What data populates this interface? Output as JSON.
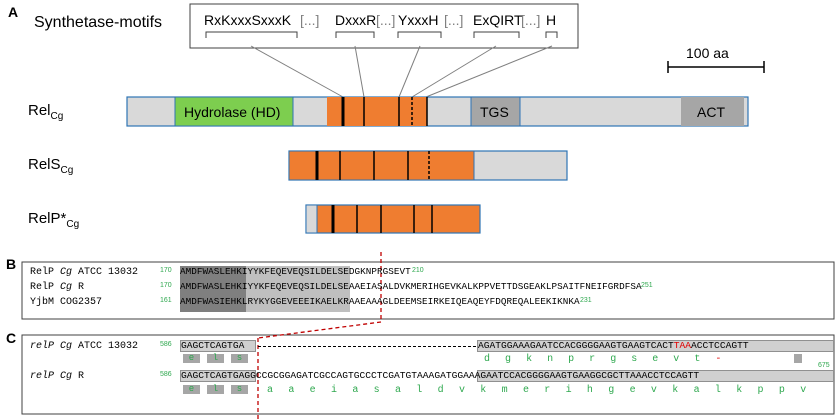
{
  "panels": {
    "a": "A",
    "b": "B",
    "c": "C"
  },
  "panel_a": {
    "motif_title": "Synthetase-motifs",
    "motifs": [
      "RxKxxxSxxxK",
      "[...]",
      "DxxxR",
      "[...]",
      "YxxxH",
      "[...]",
      "ExQIRT",
      "[...]",
      "H"
    ],
    "scale_bar": "100 aa",
    "proteins": [
      {
        "name": "Rel",
        "sub": "Cg",
        "domains": [
          "Hydrolase (HD)",
          "TGS",
          "ACT"
        ]
      },
      {
        "name": "RelS",
        "sub": "Cg"
      },
      {
        "name": "RelP*",
        "sub": "Cg"
      }
    ],
    "colors": {
      "hd": "#7dce4f",
      "synthetase": "#ef7d30",
      "tgs_act": "#a6a6a6",
      "body": "#d9d9d9",
      "outline": "#2e74b5"
    }
  },
  "panel_b": {
    "rows": [
      {
        "label_pre": "RelP ",
        "label_it": "Cg",
        "label_post": " ATCC 13032",
        "start": "170",
        "seq": "AMDFWASLEHKIYYKFEQEVEQSILDELSEDGKNPRGSEVT",
        "end": "210"
      },
      {
        "label_pre": "RelP ",
        "label_it": "Cg",
        "label_post": " R",
        "start": "170",
        "seq": "AMDFWASLEHKIYYKFEQEVEQSILDELSEAAEIASALDVKMERIHGEVKALKPPVETTDSGEAKLPSAITFNEIFGRDFSA",
        "end": "251"
      },
      {
        "label_pre": "YjbM COG2357",
        "label_it": "",
        "label_post": "",
        "start": "161",
        "seq": "AMDFWASIEHKLRYKYGGEVEEEIKAELKRAAEAAAGLDEEMSEIRKEIQEAQEYFDQREQALEEKIKNKA",
        "end": "231"
      }
    ]
  },
  "panel_c": {
    "row1": {
      "label_it": "relP Cg",
      "label_post": " ATCC 13032",
      "start": "586",
      "dna_a": "GAGCTCAGTGA",
      "dna_b": "AGATGGAAAGAATCCACGGGGAAGTGAAGTCACT",
      "stop": "TAA",
      "dna_c": "ACCTCCAGTT",
      "aa": [
        "e",
        "l",
        "s"
      ],
      "aa2": [
        "d",
        "g",
        "k",
        "n",
        "p",
        "r",
        "g",
        "s",
        "e",
        "v",
        "t",
        "-"
      ]
    },
    "row2": {
      "label_it": "relP Cg",
      "label_post": " R",
      "start": "586",
      "dna": "GAGCTCAGTGAGGCCGCGGAGATCGCCAGTGCCCTCGATGTAAAGATGGAAAGAATCCACGGGGAAGTGAAGGCGCTTAAACCTCCAGTT",
      "end": "675",
      "aa": [
        "e",
        "l",
        "s"
      ],
      "aa2": [
        "a",
        "a",
        "e",
        "i",
        "a",
        "s",
        "a",
        "l",
        "d",
        "v",
        "k",
        "m",
        "e",
        "r",
        "i",
        "h",
        "g",
        "e",
        "v",
        "k",
        "a",
        "l",
        "k",
        "p",
        "p",
        "v"
      ]
    }
  }
}
